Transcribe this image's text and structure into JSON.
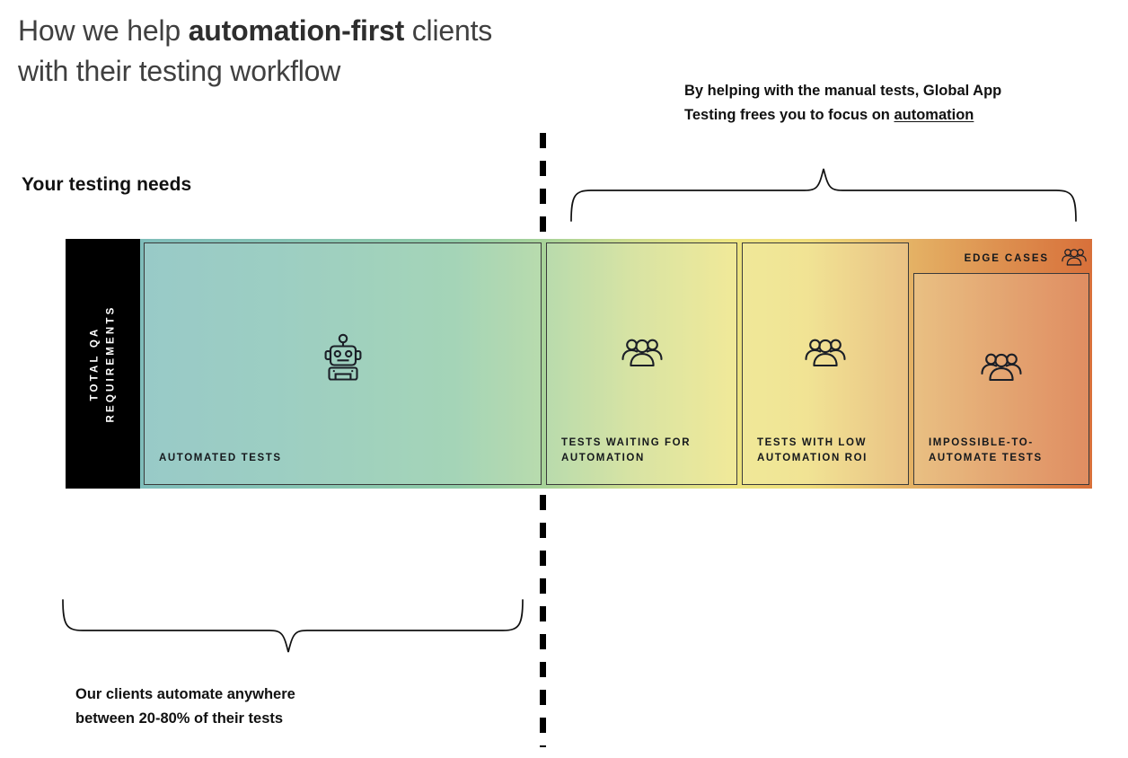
{
  "headline": {
    "line1_pre": "How we help ",
    "line1_strong": "automation-first",
    "line1_post": " clients",
    "line2": "with their testing workflow"
  },
  "section_label": "Your testing needs",
  "right_caption": {
    "line1": "By helping with the manual tests, Global App",
    "line2_pre": "Testing frees you to focus on ",
    "line2_link": "automation"
  },
  "bottom_caption": {
    "line1": "Our clients automate anywhere",
    "line2": "between 20-80% of their tests"
  },
  "diagram": {
    "axis_label_line1": "TOTAL QA",
    "axis_label_line2": "REQUIREMENTS",
    "edge_cases_label": "EDGE CASES",
    "edge_cases_icon": "people-group-icon",
    "panels": [
      {
        "id": "automated",
        "label": "AUTOMATED TESTS",
        "icon": "robot-icon"
      },
      {
        "id": "waiting",
        "label": "TESTS WAITING FOR AUTOMATION",
        "label_line1": "TESTS WAITING FOR",
        "label_line2": "AUTOMATION",
        "icon": "people-group-icon"
      },
      {
        "id": "low-roi",
        "label": "TESTS WITH LOW AUTOMATION ROI",
        "label_line1": "TESTS WITH LOW",
        "label_line2": "AUTOMATION ROI",
        "icon": "people-group-icon"
      },
      {
        "id": "impossible",
        "label": "IMPOSSIBLE-TO-AUTOMATE TESTS",
        "label_line1": "IMPOSSIBLE-TO-",
        "label_line2": "AUTOMATE TESTS",
        "icon": "people-group-icon"
      }
    ]
  },
  "colors": {
    "gradient_start_teal": "#7fbdba",
    "gradient_green": "#8ecaa6",
    "gradient_yellow": "#ece480",
    "gradient_orange": "#d8703a",
    "frame_black": "#000000",
    "headline_grey": "#404040",
    "text_black": "#111111"
  }
}
